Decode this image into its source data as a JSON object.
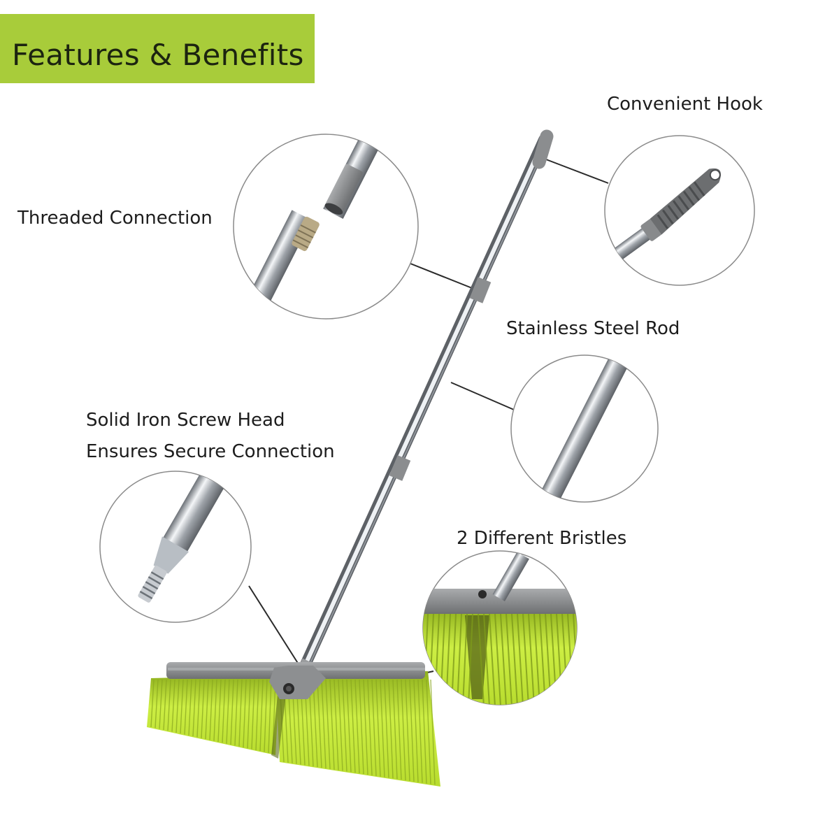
{
  "banner": {
    "title": "Features & Benefits",
    "color": "#a8cc3a"
  },
  "features": {
    "hook": "Convenient Hook",
    "threaded": "Threaded Connection",
    "rod": "Stainless Steel Rod",
    "screw_line1": "Solid Iron Screw Head",
    "screw_line2": "Ensures Secure Connection",
    "bristles": "2 Different Bristles"
  },
  "colors": {
    "bristle": "#c6ea3a",
    "bristle_dark": "#7e9a1c",
    "plastic_gray": "#8a8c8e",
    "steel": "#c9cdd2"
  }
}
